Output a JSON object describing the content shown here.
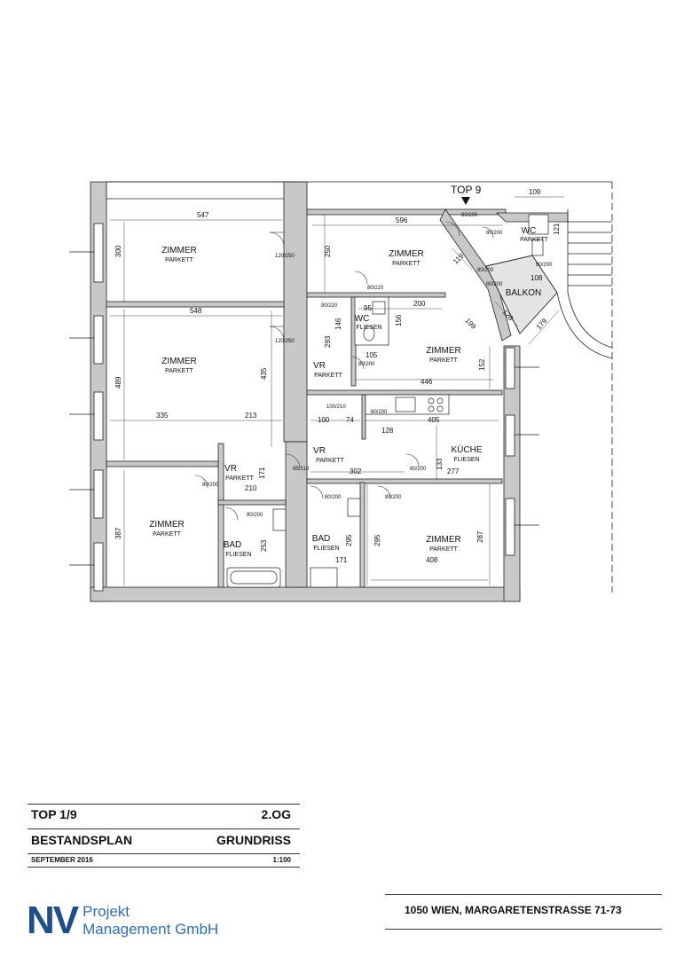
{
  "entrance": "TOP 9",
  "rooms": [
    {
      "id": "z1",
      "name": "ZIMMER",
      "floor": "PARKETT"
    },
    {
      "id": "z2",
      "name": "ZIMMER",
      "floor": "PARKETT"
    },
    {
      "id": "z3",
      "name": "ZIMMER",
      "floor": "PARKETT"
    },
    {
      "id": "z4",
      "name": "ZIMMER",
      "floor": "PARKETT"
    },
    {
      "id": "z5",
      "name": "ZIMMER",
      "floor": "PARKETT"
    },
    {
      "id": "z6",
      "name": "ZIMMER",
      "floor": "PARKETT"
    },
    {
      "id": "vr1",
      "name": "VR",
      "floor": "PARKETT"
    },
    {
      "id": "vr2",
      "name": "VR",
      "floor": "PARKETT"
    },
    {
      "id": "vr3",
      "name": "VR",
      "floor": "PARKETT"
    },
    {
      "id": "wc1",
      "name": "WC",
      "floor": "FLIESEN"
    },
    {
      "id": "wc2",
      "name": "WC",
      "floor": "PARKETT"
    },
    {
      "id": "bad1",
      "name": "BAD",
      "floor": "FLIESEN"
    },
    {
      "id": "bad2",
      "name": "BAD",
      "floor": "FLIESEN"
    },
    {
      "id": "kueche",
      "name": "KÜCHE",
      "floor": "FLIESEN"
    },
    {
      "id": "balkon",
      "name": "BALKON",
      "floor": ""
    }
  ],
  "dimensions": [
    "547",
    "300",
    "596",
    "250",
    "109",
    "121",
    "548",
    "489",
    "435",
    "335",
    "213",
    "293",
    "146",
    "156",
    "200",
    "199",
    "152",
    "446",
    "105",
    "100",
    "74",
    "405",
    "128",
    "133",
    "277",
    "302",
    "210",
    "171",
    "387",
    "253",
    "295",
    "295",
    "287",
    "408",
    "171",
    "126",
    "179",
    "108",
    "119",
    "95"
  ],
  "door_labels": [
    "120/250",
    "120/250",
    "80/200",
    "80/200",
    "80/200",
    "80/200",
    "80/200",
    "80/200",
    "80/200",
    "80/200",
    "80/220",
    "90/220",
    "95/210",
    "100/210",
    "80/200",
    "80/200",
    "80/200",
    "80/200"
  ],
  "titleblock": {
    "unit": "TOP 1/9",
    "level": "2.OG",
    "plan_type": "BESTANDSPLAN",
    "view": "GRUNDRISS",
    "date": "SEPTEMBER 2016",
    "scale": "1:100"
  },
  "company": {
    "initials": "NV",
    "line1": "Projekt",
    "line2": "Management GmbH",
    "color": "#1f4e8c",
    "accent": "#2f6db5"
  },
  "address": "1050 WIEN, MARGARETENSTRASSE 71-73"
}
